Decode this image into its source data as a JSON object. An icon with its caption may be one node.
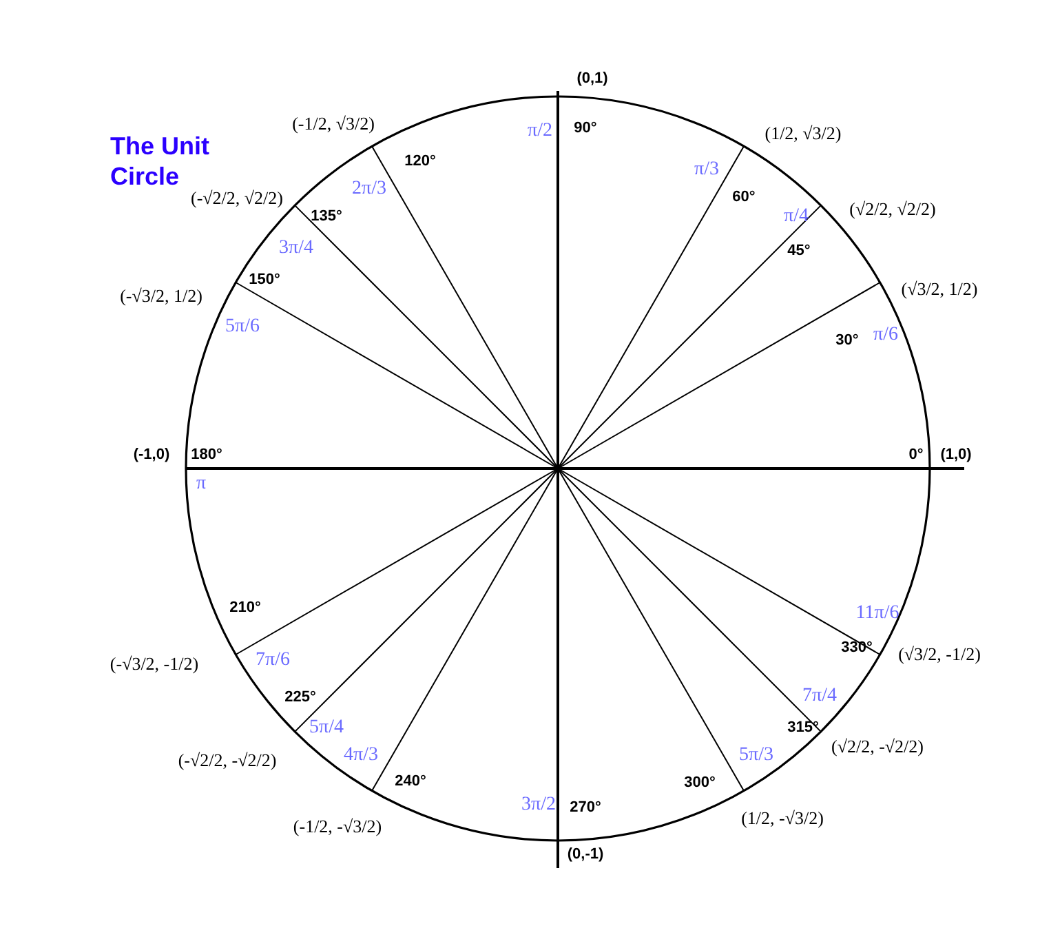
{
  "diagram": {
    "title": "The Unit Circle",
    "labels": [
      "(-1/2, √3/2)",
      "(0,1)",
      "π/2",
      "90°",
      "(1/2, √3/2)",
      "120°",
      "2π/3",
      "π/3",
      "60°",
      "(-√2/2, √2/2)",
      "135°",
      "3π/4",
      "π/4",
      "(√2/2, √2/2)",
      "45°",
      "(-√3/2, 1/2)",
      "150°",
      "5π/6",
      "30°",
      "π/6",
      "(√3/2, 1/2)",
      "(-1,0)",
      "180°",
      "0°",
      "(1,0)",
      "π",
      "210°",
      "11π/6",
      "7π/6",
      "(-√3/2, -1/2)",
      "330°",
      "(√3/2, -1/2)",
      "225°",
      "7π/4",
      "5π/4",
      "315°",
      "(-√2/2, -√2/2)",
      "4π/3",
      "5π/3",
      "(√2/2, -√2/2)",
      "240°",
      "300°",
      "3π/2",
      "270°",
      "(-1/2, -√3/2)",
      "(1/2, -√3/2)",
      "(0,-1)"
    ]
  }
}
